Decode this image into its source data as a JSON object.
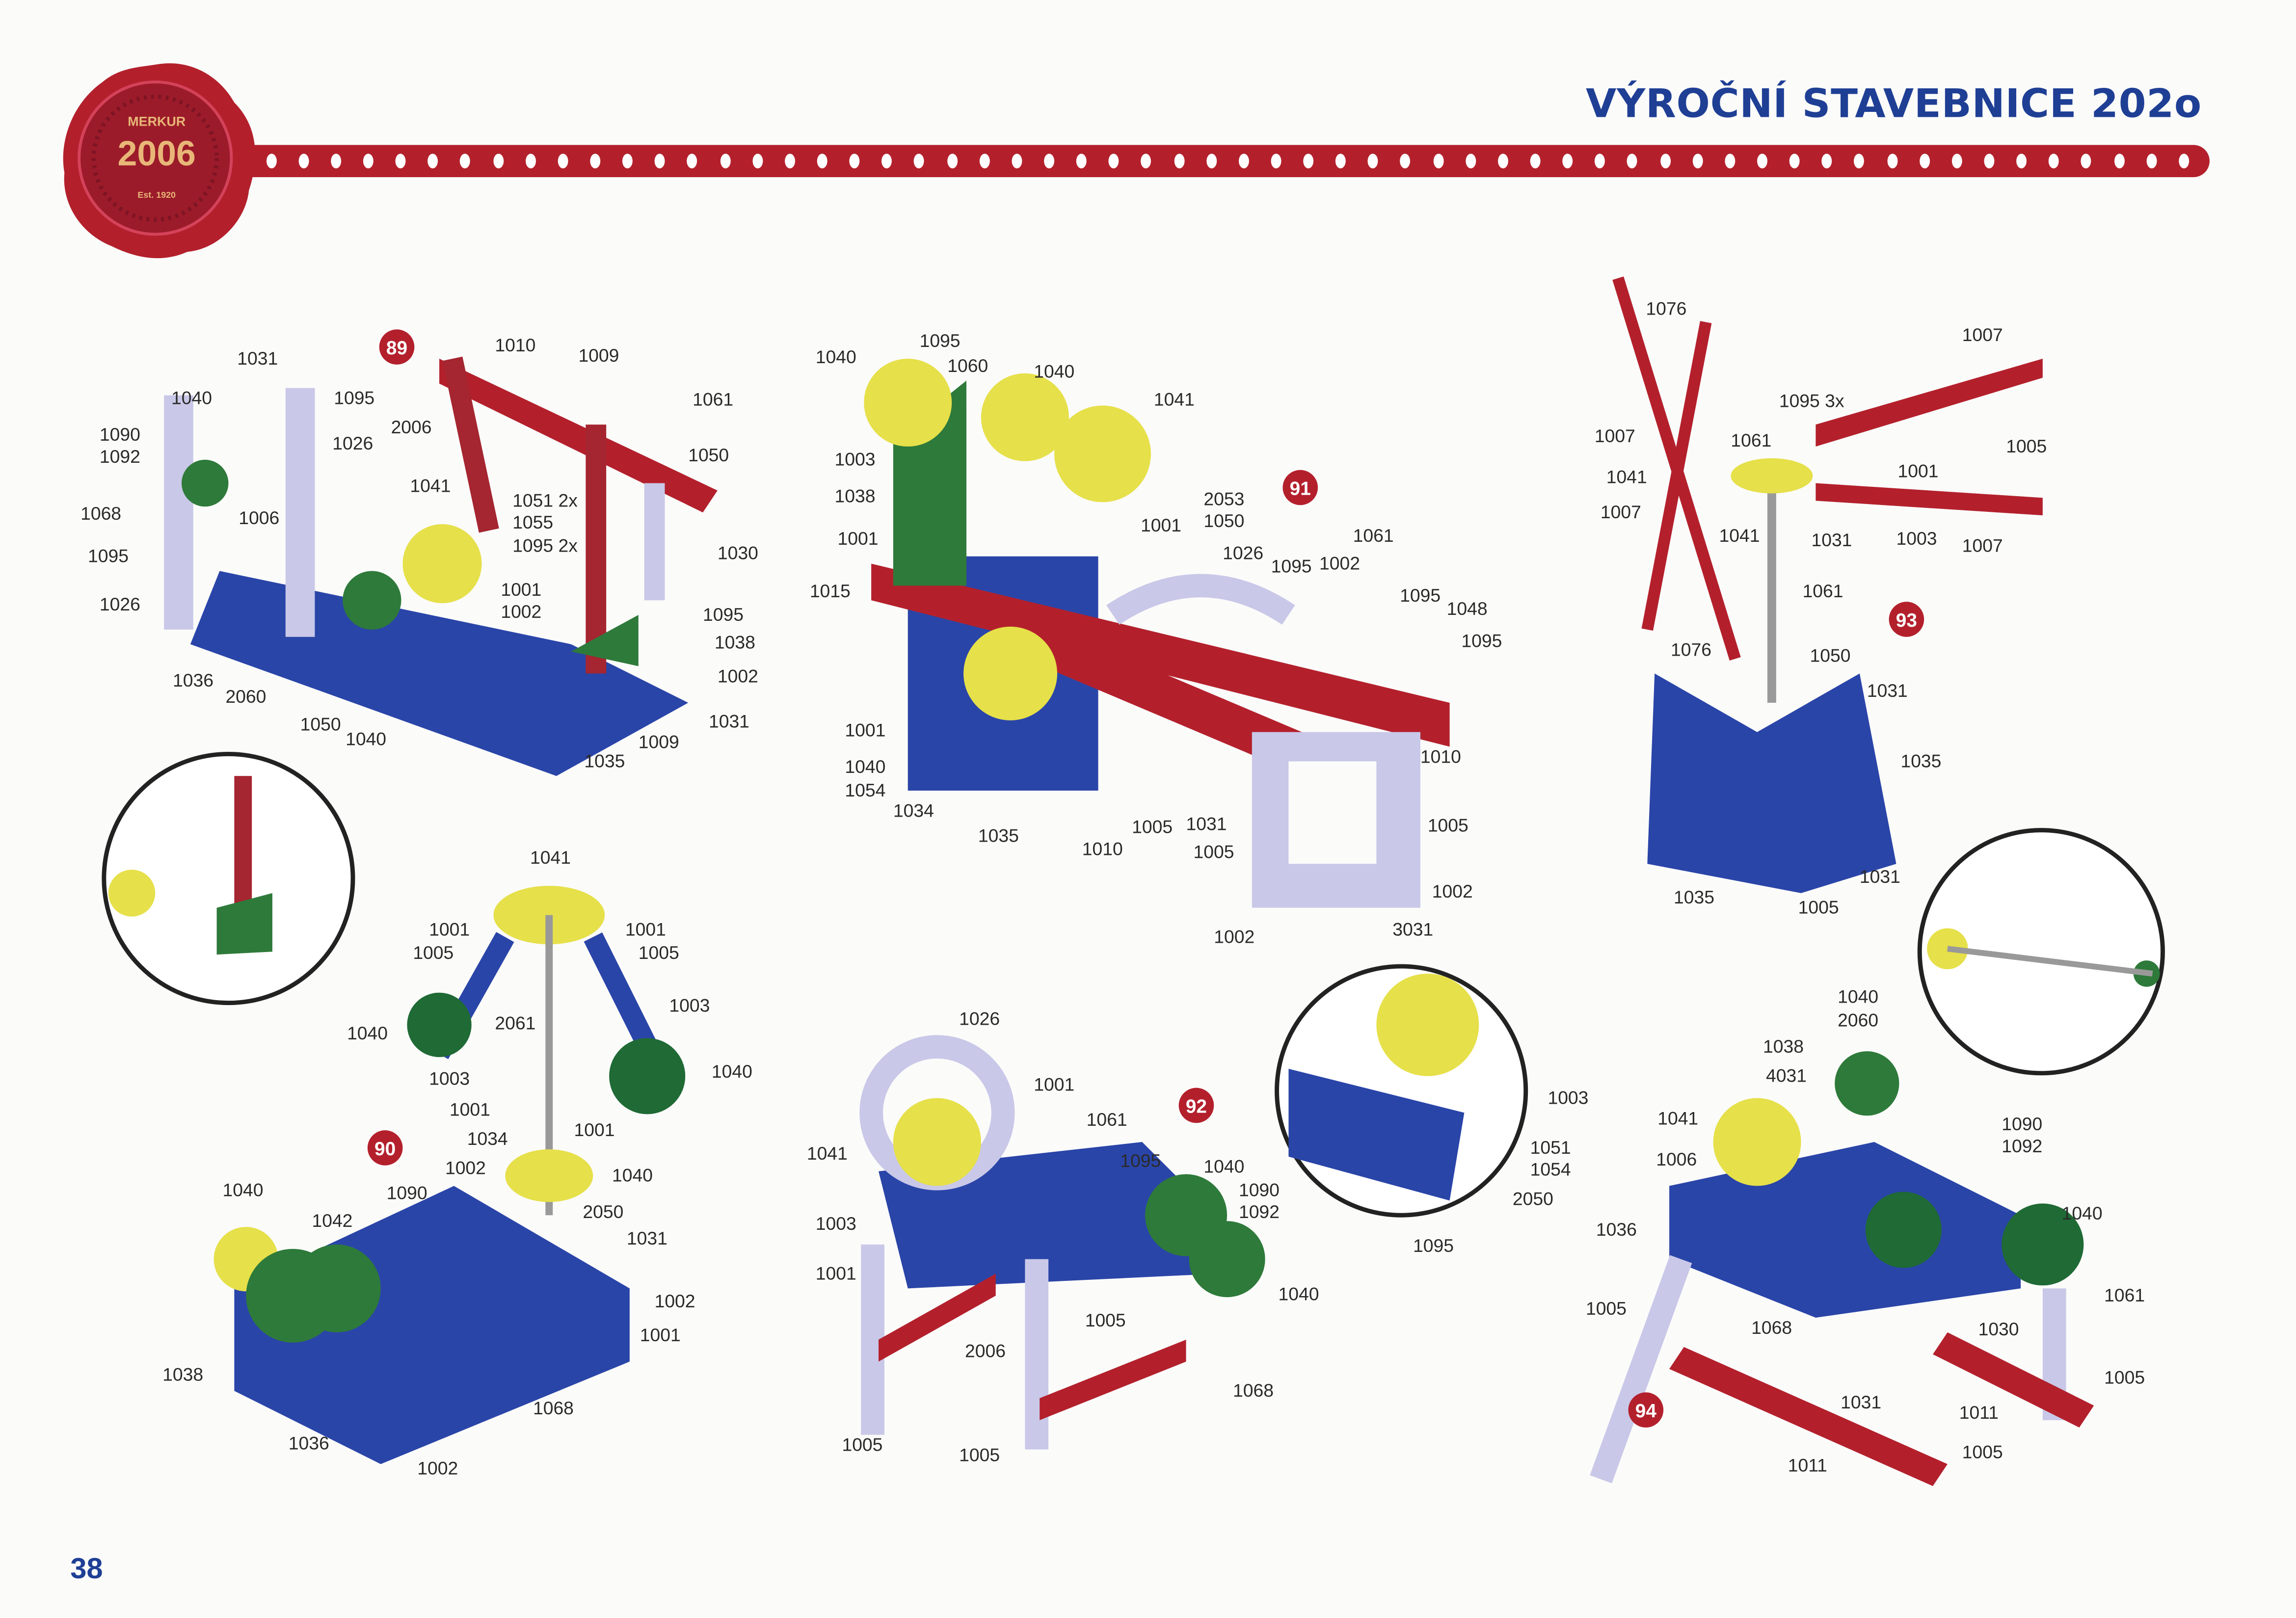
{
  "header": {
    "title": "VÝROČNÍ STAVEBNICE 202o"
  },
  "seal": {
    "brand": "MERKUR",
    "year": "2006",
    "est": "Est. 1920"
  },
  "page_number": "38",
  "colors": {
    "red": "#b3202c",
    "blue": "#1f3f95",
    "plate_blue": "#2a45a8",
    "yellow": "#e6e04a",
    "green": "#2e7a3a",
    "lilac": "#c9c8e8"
  },
  "models": [
    {
      "number": "89",
      "labels": [
        "1031",
        "1040",
        "1095",
        "1090",
        "1092",
        "1068",
        "1026",
        "1006",
        "1095",
        "1026",
        "1036",
        "2060",
        "1050",
        "1040",
        "1010",
        "1009",
        "2006",
        "1061",
        "1050",
        "1041",
        "1051 2x",
        "1055",
        "1095 2x",
        "1030",
        "1001",
        "1002",
        "1095",
        "1038",
        "1002",
        "1031",
        "1009",
        "1035"
      ]
    },
    {
      "number": "91",
      "labels": [
        "1040",
        "1095",
        "1060",
        "1040",
        "1041",
        "1003",
        "1038",
        "1001",
        "1015",
        "2053",
        "1050",
        "1001",
        "1026",
        "1095",
        "1002",
        "1061",
        "1095",
        "1048",
        "1095",
        "1001",
        "1040",
        "1054",
        "1034",
        "1035",
        "1010",
        "1005",
        "1031",
        "1005",
        "1010",
        "1005",
        "1002",
        "1002",
        "3031"
      ]
    },
    {
      "number": "93",
      "labels": [
        "1076",
        "1007",
        "1095 3x",
        "1007",
        "1061",
        "1005",
        "1001",
        "1041",
        "1007",
        "1041",
        "1031",
        "1003",
        "1007",
        "1061",
        "1076",
        "1050",
        "1031",
        "1035",
        "1031",
        "1035",
        "1005"
      ]
    },
    {
      "number": "90",
      "labels": [
        "1041",
        "1001",
        "1005",
        "1001",
        "1005",
        "2061",
        "1003",
        "1040",
        "1040",
        "1003",
        "1001",
        "1034",
        "1001",
        "1002",
        "1040",
        "1090",
        "1040",
        "1042",
        "2050",
        "1031",
        "1002",
        "1001",
        "1038",
        "1068",
        "1036",
        "1002"
      ]
    },
    {
      "number": "92",
      "labels": [
        "1026",
        "1001",
        "1061",
        "1095",
        "1041",
        "1040",
        "1003",
        "1090",
        "1092",
        "1001",
        "1040",
        "1005",
        "2006",
        "1068",
        "1005",
        "1005",
        "1003",
        "1051",
        "1054",
        "2050",
        "1095"
      ]
    },
    {
      "number": "94",
      "labels": [
        "1040",
        "2060",
        "1038",
        "4031",
        "1041",
        "1006",
        "1090",
        "1092",
        "1040",
        "1036",
        "1061",
        "1005",
        "1068",
        "1030",
        "1005",
        "1031",
        "1011",
        "1005",
        "1011"
      ]
    }
  ]
}
